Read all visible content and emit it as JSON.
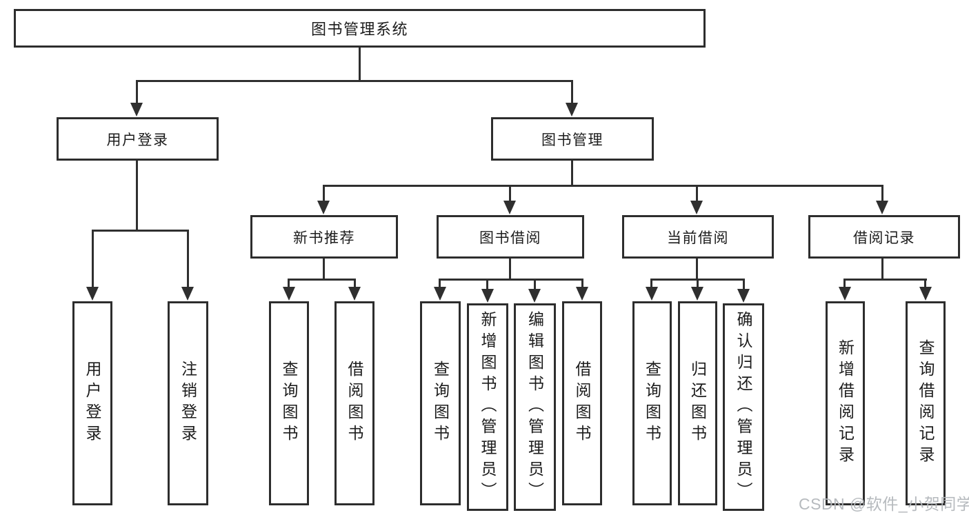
{
  "diagram": {
    "title": "图书管理系统",
    "tree": {
      "label": "图书管理系统",
      "children": [
        {
          "label": "用户登录",
          "children": [
            {
              "label": "用户登录"
            },
            {
              "label": "注销登录"
            }
          ]
        },
        {
          "label": "图书管理",
          "children": [
            {
              "label": "新书推荐",
              "children": [
                {
                  "label": "查询图书"
                },
                {
                  "label": "借阅图书"
                }
              ]
            },
            {
              "label": "图书借阅",
              "children": [
                {
                  "label": "查询图书"
                },
                {
                  "label": "新增图书（管理员）"
                },
                {
                  "label": "编辑图书（管理员）"
                },
                {
                  "label": "借阅图书"
                }
              ]
            },
            {
              "label": "当前借阅",
              "children": [
                {
                  "label": "查询图书"
                },
                {
                  "label": "归还图书"
                },
                {
                  "label": "确认归还（管理员）"
                }
              ]
            },
            {
              "label": "借阅记录",
              "children": [
                {
                  "label": "新增借阅记录"
                },
                {
                  "label": "查询借阅记录"
                }
              ]
            }
          ]
        }
      ]
    }
  },
  "watermark": {
    "text": "CSDN @软件_小贺同学"
  },
  "colors": {
    "background": "#ffffff",
    "line": "#2f2f2f",
    "border": "#2d2d2d",
    "text": "#1c1c1c",
    "watermark": "#b3b7bb"
  }
}
